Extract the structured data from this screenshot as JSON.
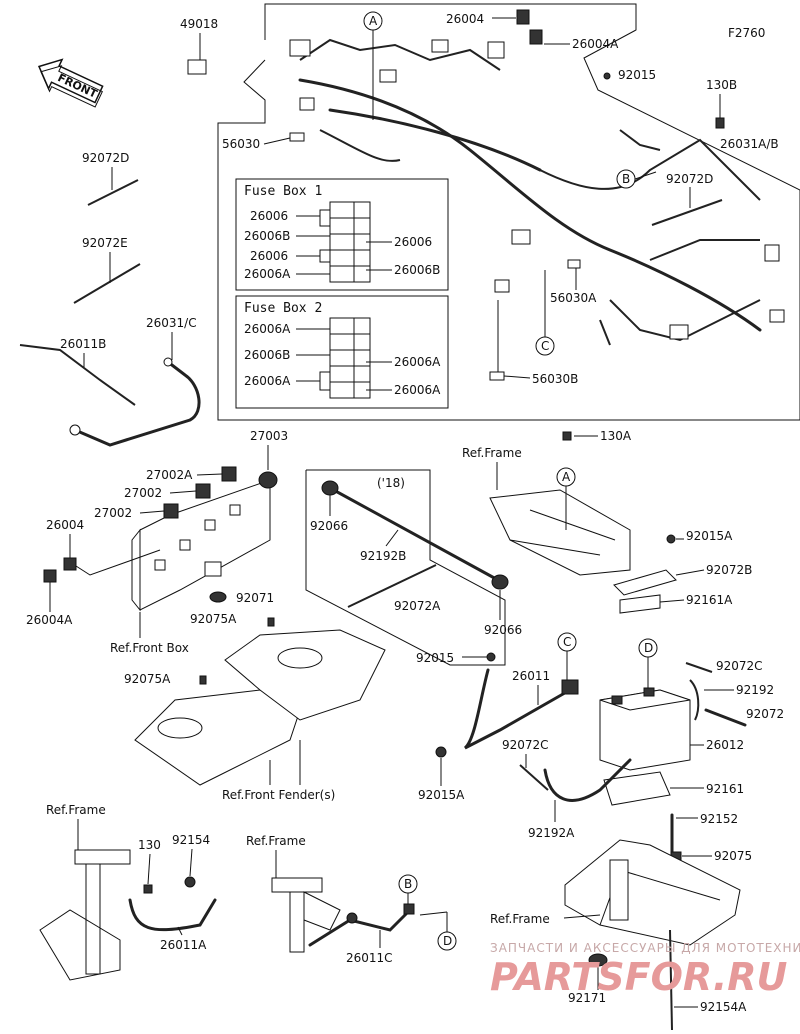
{
  "figure_code": "F2760",
  "front_label": "FRONT",
  "fuse_box_1": {
    "title": "Fuse Box 1",
    "left_labels": [
      "26006",
      "26006B",
      "26006",
      "26006A"
    ],
    "right_labels": [
      "26006",
      "26006B"
    ]
  },
  "fuse_box_2": {
    "title": "Fuse Box 2",
    "left_labels": [
      "26006A",
      "26006B",
      "26006A"
    ],
    "right_labels": [
      "26006A",
      "26006A"
    ]
  },
  "part_labels": [
    "49018",
    "26004",
    "26004A",
    "92015",
    "130B",
    "56030",
    "26031A/B",
    "92072D",
    "92072D",
    "92072E",
    "26031/C",
    "26011B",
    "56030A",
    "56030B",
    "27003",
    "27002A",
    "27002",
    "27002",
    "26004",
    "26004A",
    "92071",
    "92075A",
    "92075A",
    "130A",
    "Ref.Frame",
    "('18)",
    "92066",
    "92192B",
    "92072A",
    "92066",
    "Ref.Front Box",
    "92015A",
    "92072B",
    "92161A",
    "92015",
    "26011",
    "92072C",
    "92192",
    "92072",
    "26012",
    "92015A",
    "92072C",
    "92161",
    "92192A",
    "92152",
    "92075",
    "Ref.Frame",
    "92171",
    "92154A",
    "Ref.Front Fender(s)",
    "Ref.Frame",
    "130",
    "92154",
    "26011A",
    "Ref.Frame",
    "26011C"
  ],
  "callouts": [
    "A",
    "B",
    "C",
    "A",
    "C",
    "D",
    "B",
    "D"
  ],
  "watermark": {
    "line1": "ЗАПЧАСТИ И АКСЕССУАРЫ ДЛЯ МОТОТЕХНИКИ",
    "logo": "PARTSFOR.RU"
  }
}
